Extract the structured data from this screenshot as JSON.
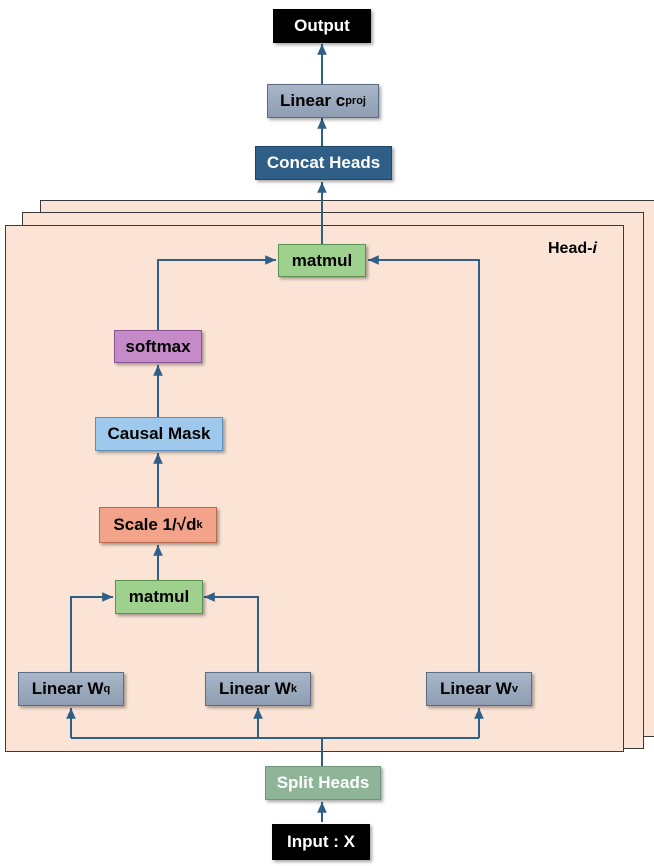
{
  "diagram": {
    "output": "Output",
    "linear_cproj": {
      "text": "Linear c",
      "sub": "proj"
    },
    "concat_heads": "Concat Heads",
    "head_label": {
      "text": "Head-",
      "italic": "i"
    },
    "matmul_top": "matmul",
    "softmax": "softmax",
    "causal_mask": "Causal Mask",
    "scale": {
      "text": "Scale 1/√d",
      "sub": "k"
    },
    "matmul_bottom": "matmul",
    "linear_wq": {
      "text": "Linear W",
      "sub": "q"
    },
    "linear_wk": {
      "text": "Linear W",
      "sub": "k"
    },
    "linear_wv": {
      "text": "Linear W",
      "sub": "v"
    },
    "split_heads": "Split Heads",
    "input": "Input : X"
  },
  "colors": {
    "panel": "#fbe4d5",
    "connector": "#2f5f86",
    "slate_box": "#9aa8bb",
    "concat": "#2f5f86",
    "matmul": "#9fd18e",
    "softmax": "#c58bc9",
    "causal_mask": "#9ec9ec",
    "scale": "#f2a38a",
    "split_heads": "#8fb598"
  }
}
